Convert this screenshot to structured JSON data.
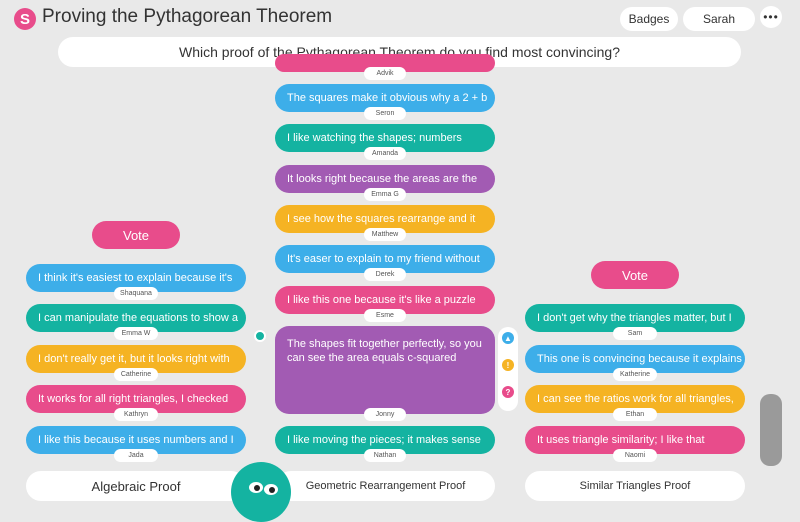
{
  "header": {
    "logo_letter": "S",
    "title": "Proving the Pythagorean Theorem",
    "badges_label": "Badges",
    "user_label": "Sarah",
    "more_label": "•••"
  },
  "question": "Which proof of the Pythagorean Theorem do you find most convincing?",
  "vote_label": "Vote",
  "columns": {
    "left": {
      "label": "Algebraic Proof",
      "cards": [
        {
          "text": "I think it's easiest to explain because it's",
          "name": "Shaquana"
        },
        {
          "text": "I can manipulate the equations to show a",
          "name": "Emma W"
        },
        {
          "text": "I don't really get it, but it looks right with",
          "name": "Catherine"
        },
        {
          "text": "It works for all right triangles, I checked",
          "name": "Kathryn"
        },
        {
          "text": "I like this because it uses numbers and I",
          "name": "Jada"
        }
      ]
    },
    "middle": {
      "label": "Geometric Rearrangement Proof",
      "cards": [
        {
          "text": "",
          "name": "Advik"
        },
        {
          "text": "The squares make it obvious why a 2 + b",
          "name": "Seron"
        },
        {
          "text": "I like watching the shapes; numbers",
          "name": "Amanda"
        },
        {
          "text": "It looks right because the areas are the",
          "name": "Emma G"
        },
        {
          "text": "I see how the squares rearrange and it",
          "name": "Matthew"
        },
        {
          "text": "It's easer to explain to my friend without",
          "name": "Derek"
        },
        {
          "text": "I like this one because it's like a puzzle",
          "name": "Esme"
        },
        {
          "text": "The shapes fit together perfectly, so you can see the area equals c-squared",
          "name": "Jonny"
        },
        {
          "text": "I like moving the pieces; it makes sense",
          "name": "Nathan"
        }
      ]
    },
    "right": {
      "label": "Similar Triangles Proof",
      "cards": [
        {
          "text": "I don't get why the triangles matter, but I",
          "name": "Sam"
        },
        {
          "text": "This one is convincing because it explains",
          "name": "Katherine"
        },
        {
          "text": "I can see the ratios work for all triangles,",
          "name": "Ethan"
        },
        {
          "text": "It uses triangle similarity; I like that",
          "name": "Naomi"
        }
      ]
    }
  },
  "reaction_icons": [
    "thumbs-up-icon",
    "lightbulb-icon",
    "question-icon"
  ],
  "colors": {
    "blue": "#3daee9",
    "teal": "#14b3a1",
    "pink": "#e84c8b",
    "purple": "#a25bb3",
    "yellow": "#f5b323"
  }
}
